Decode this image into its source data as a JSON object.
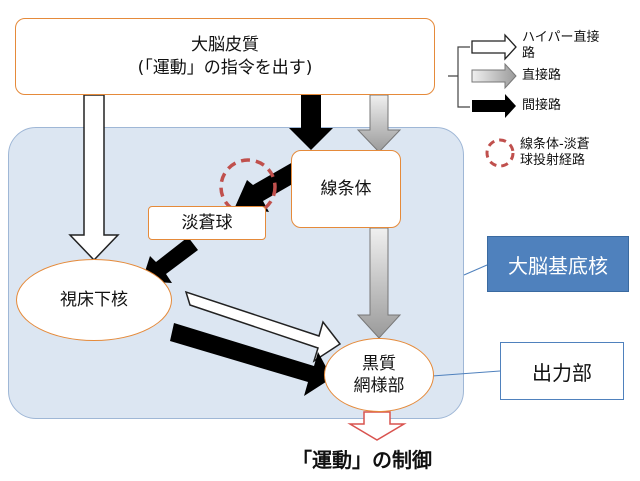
{
  "nodes": {
    "cortex": "大脳皮質\n(「運動」の指令を出す)",
    "striatum": "線条体",
    "gp": "淡蒼球",
    "stn": "視床下核",
    "snr": "黒質\n網様部"
  },
  "legend": {
    "hyperdirect": "ハイパー直接\n路",
    "direct": "直接路",
    "indirect": "間接路",
    "striato_pallidal": "線条体-淡蒼\n球投射経路"
  },
  "callouts": {
    "basal_ganglia": "大脳基底核",
    "output": "出力部"
  },
  "footer": "「運動」の制御",
  "colors": {
    "basal_ganglia_bg": "#dce6f2",
    "basal_ganglia_border": "#9fb7d6",
    "node_border": "#e58a3a",
    "callout_blue": "#4f81bd",
    "dashed_circle": "#c0504d",
    "output_arrow": "#d9534f"
  }
}
